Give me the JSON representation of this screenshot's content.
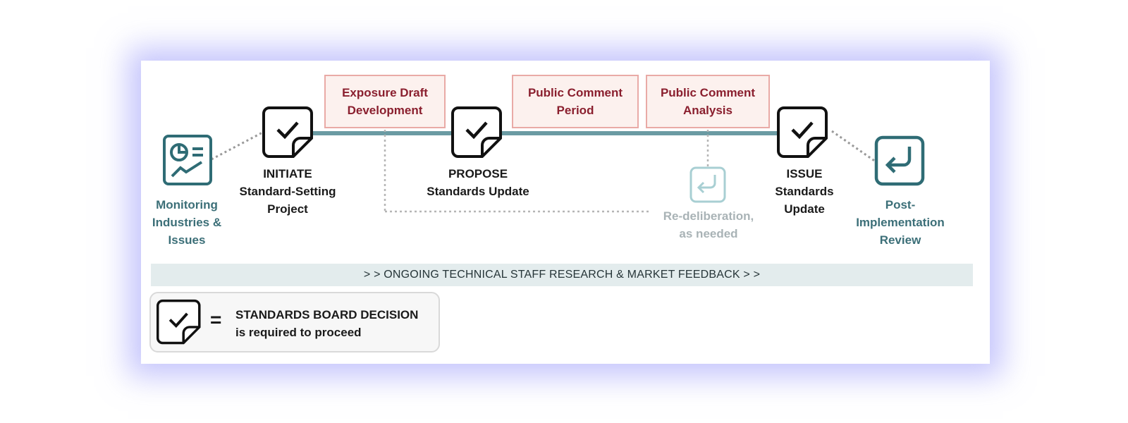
{
  "phases": {
    "exposure": "Exposure Draft\nDevelopment",
    "comment_period": "Public Comment\nPeriod",
    "comment_analysis": "Public Comment\nAnalysis"
  },
  "steps": {
    "monitoring": "Monitoring\nIndustries &\nIssues",
    "initiate": "INITIATE\nStandard-Setting\nProject",
    "propose": "PROPOSE\nStandards Update",
    "redeliberation": "Re-deliberation,\nas needed",
    "issue": "ISSUE\nStandards\nUpdate",
    "post": "Post-\nImplementation\nReview"
  },
  "band_text": "> > ONGOING TECHNICAL STAFF RESEARCH & MARKET FEEDBACK > >",
  "legend": {
    "equals": "=",
    "line1": "STANDARDS BOARD DECISION",
    "line2": "is required to proceed"
  },
  "icons": {
    "decision": "checkmark-document-icon",
    "monitoring": "dashboard-chart-icon",
    "return": "return-arrow-icon"
  },
  "colors": {
    "teal": "#2f6c75",
    "timeline": "#6b9ba3",
    "phase_text": "#8a1f2e",
    "phase_border": "#e9aaa6",
    "phase_fill": "#fcf1ee",
    "muted": "#a9b3b6"
  }
}
